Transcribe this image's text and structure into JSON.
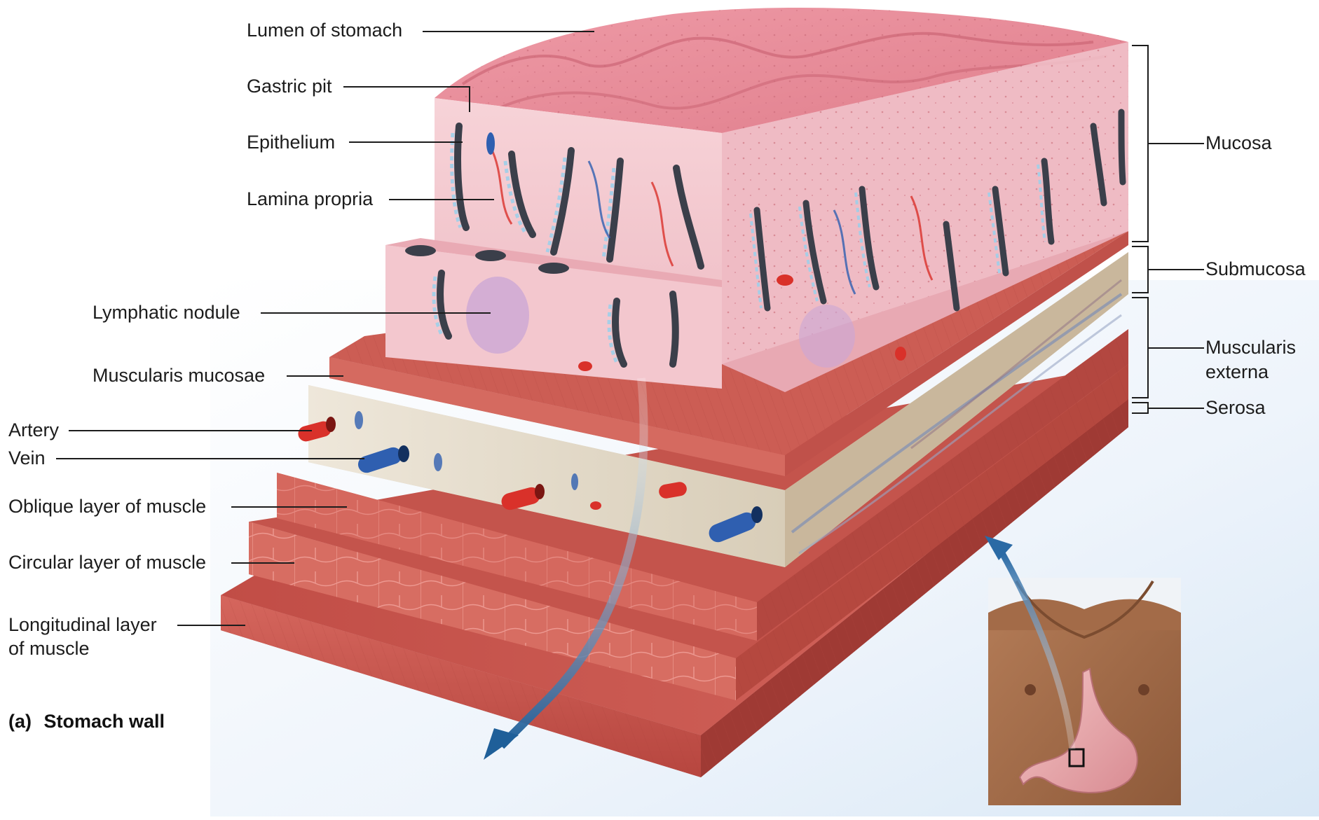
{
  "figure": {
    "caption_marker": "(a)",
    "caption_title": "Stomach wall"
  },
  "labels_left": {
    "lumen": "Lumen of stomach",
    "gastric_pit": "Gastric pit",
    "epithelium": "Epithelium",
    "lamina_propria": "Lamina propria",
    "lymphatic_nodule": "Lymphatic nodule",
    "muscularis_mucosae": "Muscularis mucosae",
    "artery": "Artery",
    "vein": "Vein",
    "oblique": "Oblique layer of muscle",
    "circular": "Circular layer of muscle",
    "longitudinal_1": "Longitudinal layer",
    "longitudinal_2": "of muscle"
  },
  "labels_right": {
    "mucosa": "Mucosa",
    "submucosa": "Submucosa",
    "muscularis_1": "Muscularis",
    "muscularis_2": "externa",
    "serosa": "Serosa"
  },
  "colors": {
    "mucosa": "#eda6b0",
    "muscle": "#c8564f",
    "muscle_dark": "#a93e39",
    "submucosa": "#e6dccd",
    "artery": "#d9312a",
    "vein": "#2f5fb0",
    "skin": "#a9714d",
    "arrow": "#2d6fa8"
  }
}
